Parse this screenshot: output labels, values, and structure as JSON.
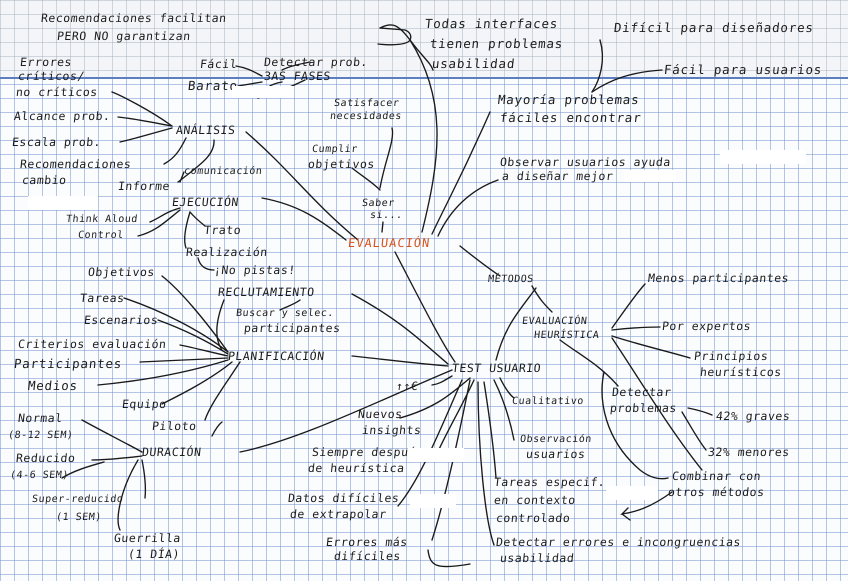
{
  "center": {
    "line1": "Saber",
    "line2": "si...",
    "title": "EVALUACIÓN"
  },
  "top": {
    "recomendaciones": "Recomendaciones facilitan",
    "pero": "PERO NO garantizan",
    "todas": "Todas interfaces",
    "tienen": "tienen problemas",
    "usabilidad": "usabilidad",
    "dificil": "Difícil para diseñadores",
    "facil_usuarios": "Fácil para usuarios",
    "facil": "Fácil",
    "barato": "Barato",
    "detectar": "Detectar prob.",
    "fases": "3AS FASES"
  },
  "analisis": {
    "title": "ANÁLISIS",
    "errores": "Errores",
    "criticos": "críticos/",
    "no_criticos": "no críticos",
    "alcance": "Alcance prob.",
    "escala": "Escala prob.",
    "recom": "Recomendaciones",
    "cambio": "cambio",
    "informe": "Informe",
    "comunicacion": "comunicación"
  },
  "metas": {
    "satisfacer": "Satisfacer",
    "necesidades": "necesidades",
    "cumplir": "Cumplir",
    "objetivos": "objetivos"
  },
  "right": {
    "mayoria": "Mayoría problemas",
    "faciles": "fáciles encontrar",
    "observar": "Observar usuarios ayuda",
    "disenar": "a diseñar mejor"
  },
  "ejecucion": {
    "title": "EJECUCIÓN",
    "think": "Think Aloud",
    "control": "Control",
    "trato": "Trato",
    "realizacion": "Realización",
    "no_pistas": "¡No pistas!"
  },
  "metodos": {
    "title": "MÉTODOS",
    "heuristica_1": "EVALUACIÓN",
    "heuristica_2": "HEURÍSTICA",
    "menos": "Menos participantes",
    "expertos": "Por expertos",
    "principios_1": "Principios",
    "principios_2": "heurísticos",
    "detectar_1": "Detectar",
    "detectar_2": "problemas",
    "graves": "42% graves",
    "menores": "32% menores",
    "combinar_1": "Combinar con",
    "combinar_2": "otros métodos"
  },
  "reclutamiento": {
    "title": "RECLUTAMIENTO",
    "buscar_1": "Buscar y selec.",
    "buscar_2": "participantes"
  },
  "planificacion": {
    "title": "PLANIFICACIÓN",
    "objetivos": "Objetivos",
    "tareas": "Tareas",
    "escenarios": "Escenarios",
    "criterios": "Criterios evaluación",
    "participantes": "Participantes",
    "medios": "Medios",
    "equipo": "Equipo",
    "piloto": "Piloto"
  },
  "test": {
    "title": "TEST USUARIO",
    "cost": "↑↑€",
    "cualitativo": "Cualitativo",
    "nuevos_1": "Nuevos",
    "nuevos_2": "insights",
    "siempre_1": "Siempre después",
    "siempre_2": "de heurística",
    "observacion_1": "Observación",
    "observacion_2": "usuarios",
    "tareas_1": "Tareas especif.",
    "tareas_2": "en contexto",
    "tareas_3": "controlado",
    "datos_1": "Datos difíciles",
    "datos_2": "de extrapolar",
    "errores_1": "Errores más",
    "errores_2": "difíciles",
    "detectar_1": "Detectar errores e incongruencias",
    "detectar_2": "usabilidad"
  },
  "duracion": {
    "title": "DURACIÓN",
    "normal": "Normal",
    "normal_sem": "(8-12 SEM)",
    "reducido": "Reducido",
    "reducido_sem": "(4-6 SEM)",
    "super": "Super-reducido",
    "super_sem": "(1 SEM)",
    "guerrilla": "Guerrilla",
    "guerrilla_dia": "(1 DÍA)"
  }
}
